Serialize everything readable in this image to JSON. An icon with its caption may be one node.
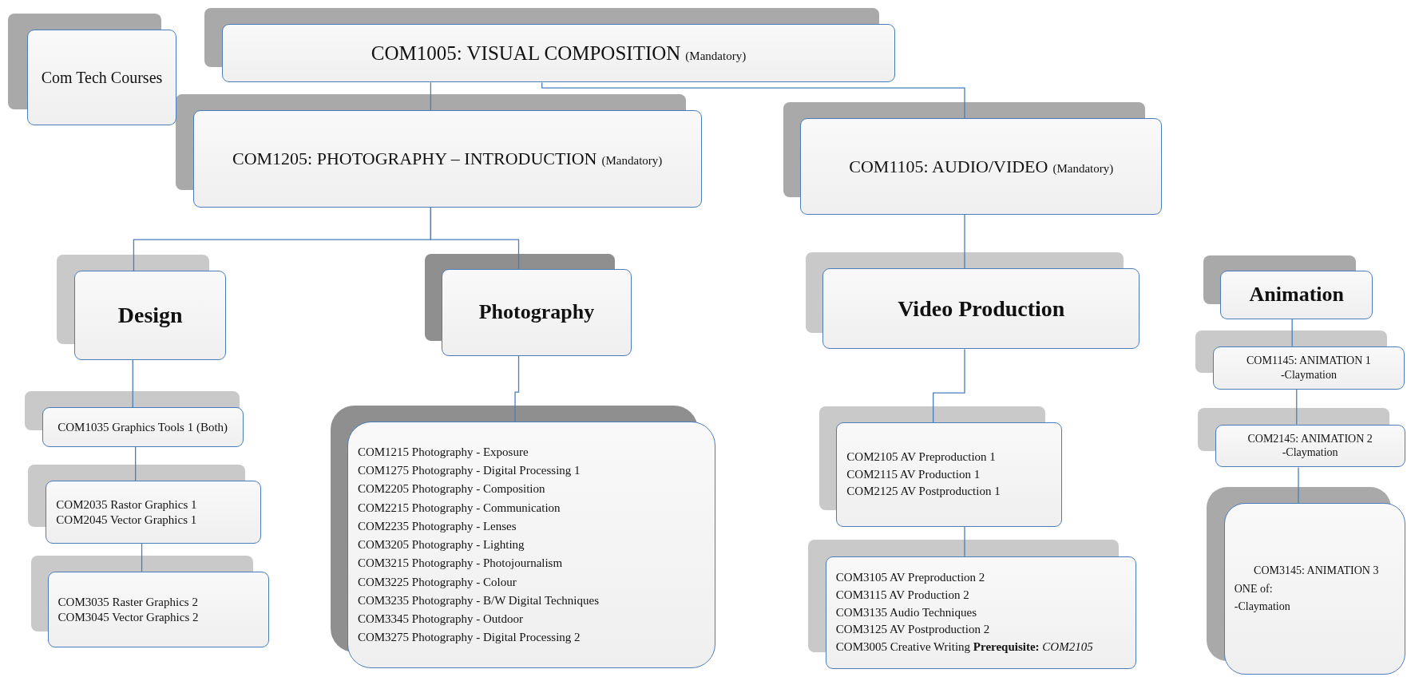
{
  "diagram": {
    "nodes": [
      {
        "text": [
          "Com Tech Courses"
        ]
      },
      {
        "text": [
          "COM1005: VISUAL COMPOSITION",
          "(Mandatory)"
        ]
      },
      {
        "text": [
          "COM1205: PHOTOGRAPHY – INTRODUCTION",
          "(Mandatory)"
        ]
      },
      {
        "text": [
          "COM1105: AUDIO/VIDEO",
          "(Mandatory)"
        ]
      },
      {
        "text": [
          "Design"
        ]
      },
      {
        "text": [
          "Photography"
        ]
      },
      {
        "text": [
          "Video Production"
        ]
      },
      {
        "text": [
          "Animation"
        ]
      },
      {
        "text": [
          "COM1035 Graphics Tools 1 (Both)"
        ]
      },
      {
        "text": [
          "COM2035 Rastor Graphics 1",
          "COM2045 Vector Graphics 1"
        ]
      },
      {
        "text": [
          "COM3035 Raster Graphics 2",
          "COM3045 Vector Graphics 2"
        ]
      },
      {
        "text": [
          "COM1215 Photography - Exposure",
          "COM1275 Photography - Digital Processing 1",
          "COM2205 Photography - Composition",
          "COM2215 Photography - Communication",
          "COM2235 Photography - Lenses",
          "COM3205 Photography - Lighting",
          "COM3215 Photography - Photojournalism",
          "COM3225 Photography - Colour",
          "COM3235 Photography - B/W Digital Techniques",
          "COM3345 Photography - Outdoor",
          "COM3275 Photography - Digital Processing 2"
        ]
      },
      {
        "text": [
          "COM2105 AV Preproduction 1",
          "COM2115 AV Production 1",
          "COM2125 AV Postproduction 1"
        ]
      },
      {
        "text": [
          "COM3105 AV Preproduction 2",
          "COM3115 AV Production 2",
          "COM3135 Audio Techniques",
          "COM3125 AV Postproduction 2",
          "COM3005 Creative Writing **Prerequisite:** *COM2105*"
        ]
      },
      {
        "text": [
          "COM1145: ANIMATION 1",
          "-Claymation"
        ]
      },
      {
        "text": [
          "COM2145: ANIMATION 2",
          "-Claymation"
        ]
      },
      {
        "text": [
          "COM3145: ANIMATION 3",
          "ONE of:",
          "-Claymation"
        ]
      }
    ],
    "edges": [
      {
        "from": 1,
        "to": 2,
        "arrow": "none"
      },
      {
        "from": 1,
        "to": 3,
        "arrow": "none"
      },
      {
        "from": 2,
        "to": 4,
        "arrow": "none"
      },
      {
        "from": 2,
        "to": 5,
        "arrow": "none"
      },
      {
        "from": 3,
        "to": 6,
        "arrow": "none"
      },
      {
        "from": 4,
        "to": 8,
        "arrow": "none"
      },
      {
        "from": 8,
        "to": 9,
        "arrow": "none"
      },
      {
        "from": 9,
        "to": 10,
        "arrow": "none"
      },
      {
        "from": 5,
        "to": 11,
        "arrow": "none"
      },
      {
        "from": 6,
        "to": 12,
        "arrow": "none"
      },
      {
        "from": 12,
        "to": 13,
        "arrow": "none"
      },
      {
        "from": 7,
        "to": 14,
        "arrow": "none"
      },
      {
        "from": 14,
        "to": 15,
        "arrow": "none"
      },
      {
        "from": 15,
        "to": 16,
        "arrow": "none"
      }
    ]
  }
}
